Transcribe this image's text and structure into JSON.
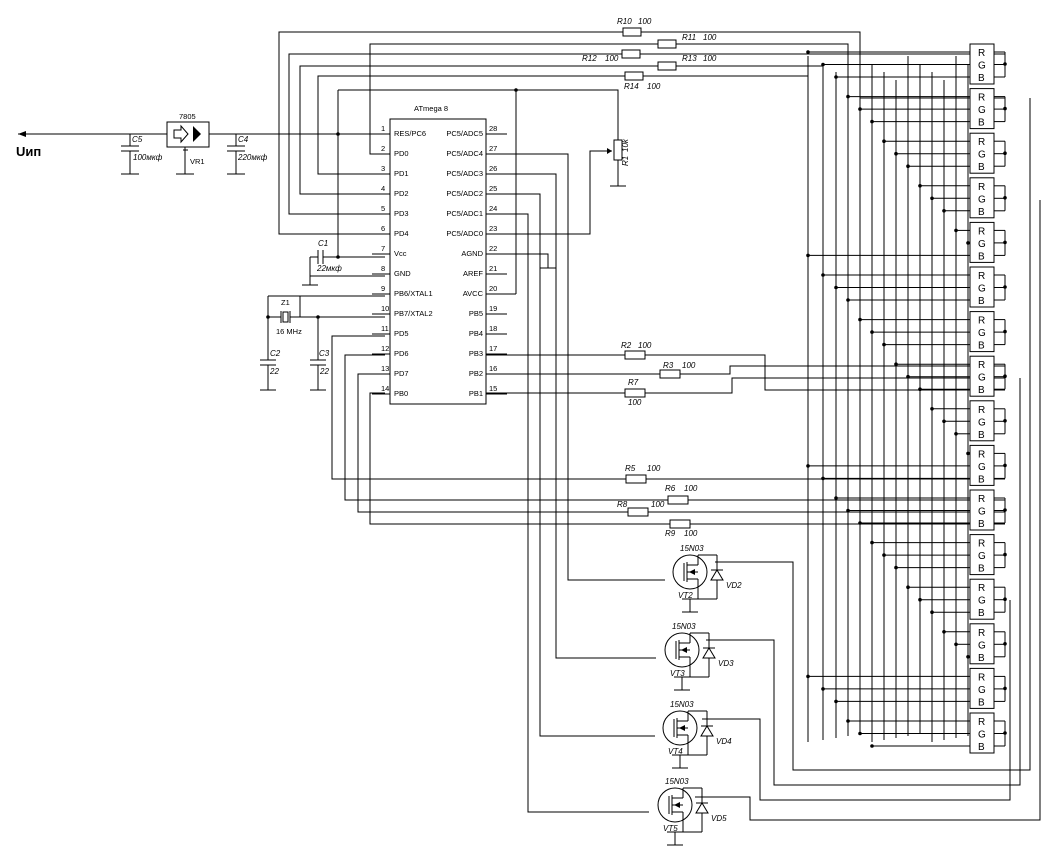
{
  "supply": {
    "label": "Uип",
    "regulator": "7805",
    "regulator_ref": "VR1"
  },
  "capacitors": {
    "c5": {
      "ref": "C5",
      "value": "100мкф"
    },
    "c4": {
      "ref": "C4",
      "value": "220мкф"
    },
    "c1": {
      "ref": "C1",
      "value": "22мкф"
    },
    "c2": {
      "ref": "C2",
      "value": "22"
    },
    "c3": {
      "ref": "C3",
      "value": "22"
    }
  },
  "crystal": {
    "ref": "Z1",
    "value": "16 MHz"
  },
  "mcu": {
    "title": "ATmega 8",
    "left_pins": [
      {
        "num": "1",
        "name": "RES/PC6"
      },
      {
        "num": "2",
        "name": "PD0"
      },
      {
        "num": "3",
        "name": "PD1"
      },
      {
        "num": "4",
        "name": "PD2"
      },
      {
        "num": "5",
        "name": "PD3"
      },
      {
        "num": "6",
        "name": "PD4"
      },
      {
        "num": "7",
        "name": "Vcc"
      },
      {
        "num": "8",
        "name": "GND"
      },
      {
        "num": "9",
        "name": "PB6/XTAL1"
      },
      {
        "num": "10",
        "name": "PB7/XTAL2"
      },
      {
        "num": "11",
        "name": "PD5"
      },
      {
        "num": "12",
        "name": "PD6"
      },
      {
        "num": "13",
        "name": "PD7"
      },
      {
        "num": "14",
        "name": "PB0"
      }
    ],
    "right_pins": [
      {
        "num": "28",
        "name": "PC5/ADC5"
      },
      {
        "num": "27",
        "name": "PC5/ADC4"
      },
      {
        "num": "26",
        "name": "PC5/ADC3"
      },
      {
        "num": "25",
        "name": "PC5/ADC2"
      },
      {
        "num": "24",
        "name": "PC5/ADC1"
      },
      {
        "num": "23",
        "name": "PC5/ADC0"
      },
      {
        "num": "22",
        "name": "AGND"
      },
      {
        "num": "21",
        "name": "AREF"
      },
      {
        "num": "20",
        "name": "AVCC"
      },
      {
        "num": "19",
        "name": "PB5"
      },
      {
        "num": "18",
        "name": "PB4"
      },
      {
        "num": "17",
        "name": "PB3"
      },
      {
        "num": "16",
        "name": "PB2"
      },
      {
        "num": "15",
        "name": "PB1"
      }
    ]
  },
  "resistors": [
    {
      "ref": "R10",
      "value": "100"
    },
    {
      "ref": "R11",
      "value": "100"
    },
    {
      "ref": "R12",
      "value": "100"
    },
    {
      "ref": "R13",
      "value": "100"
    },
    {
      "ref": "R14",
      "value": "100"
    },
    {
      "ref": "R2",
      "value": "100"
    },
    {
      "ref": "R3",
      "value": "100"
    },
    {
      "ref": "R7",
      "value": "100"
    },
    {
      "ref": "R5",
      "value": "100"
    },
    {
      "ref": "R6",
      "value": "100"
    },
    {
      "ref": "R8",
      "value": "100"
    },
    {
      "ref": "R9",
      "value": "100"
    }
  ],
  "pot": {
    "ref": "R1",
    "value": "10k"
  },
  "transistors": [
    {
      "type": "15N03",
      "ref": "VT2",
      "diode": "VD2"
    },
    {
      "type": "15N03",
      "ref": "VT3",
      "diode": "VD3"
    },
    {
      "type": "15N03",
      "ref": "VT4",
      "diode": "VD4"
    },
    {
      "type": "15N03",
      "ref": "VT5",
      "diode": "VD5"
    }
  ],
  "led": {
    "letters": [
      "R",
      "G",
      "B"
    ],
    "count": 16
  }
}
